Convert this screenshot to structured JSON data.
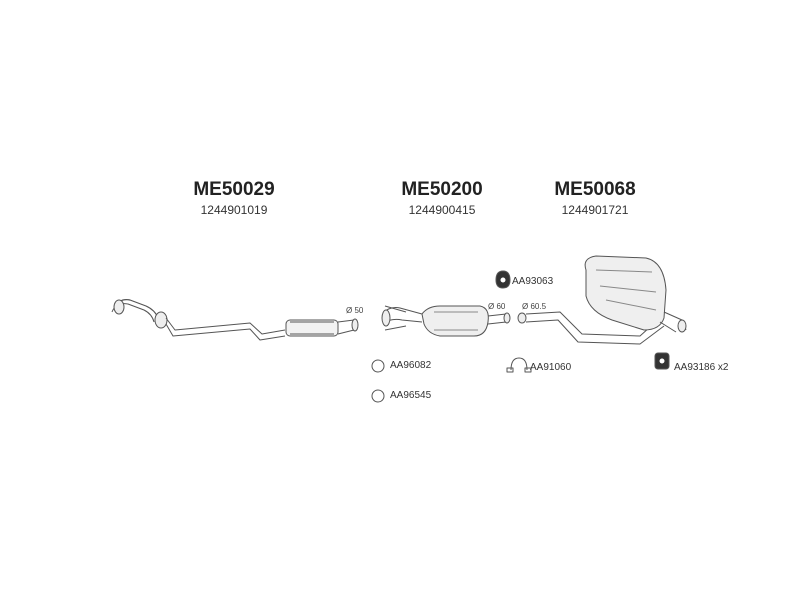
{
  "parts": [
    {
      "code": "ME50029",
      "oe": "1244901019"
    },
    {
      "code": "ME50200",
      "oe": "1244900415"
    },
    {
      "code": "ME50068",
      "oe": "1244901721"
    }
  ],
  "diameters": {
    "d1": "Ø 50",
    "d2": "Ø 60",
    "d3": "Ø 60.5"
  },
  "accessories": {
    "a1": "AA96082",
    "a2": "AA96545",
    "a3": "AA91060",
    "a4": "AA93063",
    "a5": "AA93186 x2"
  }
}
